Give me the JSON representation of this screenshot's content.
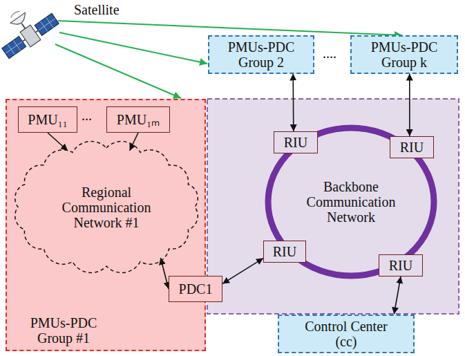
{
  "diagram": {
    "nodes": [
      {
        "text": [
          "PMUs-PDC Group 2"
        ]
      },
      {
        "text": [
          "PMUs-PDC Group k"
        ]
      },
      {
        "text": [
          "PMUs-PDC Group #1"
        ]
      },
      {
        "text": [
          "PMU₁₁"
        ],
        "in": 2
      },
      {
        "text": [
          "PMU₁ₘ"
        ],
        "in": 2
      },
      {
        "text": [
          "Regional Communication Network #1"
        ],
        "in": 2
      },
      {
        "text": [
          "PDC1"
        ],
        "in": 2
      },
      {
        "text": [
          "Backbone Communication Network"
        ]
      },
      {
        "text": [
          "RIU"
        ]
      },
      {
        "text": [
          "RIU"
        ]
      },
      {
        "text": [
          "RIU"
        ]
      },
      {
        "text": [
          "RIU"
        ]
      },
      {
        "text": [
          "Control Center (cc)"
        ]
      }
    ],
    "edges": [
      {
        "from": 0,
        "to": 8,
        "arrow": "both"
      },
      {
        "from": 1,
        "to": 9,
        "arrow": "both"
      },
      {
        "from": 3,
        "to": 5,
        "arrow": "to"
      },
      {
        "from": 4,
        "to": 5,
        "arrow": "to"
      },
      {
        "from": 5,
        "to": 6,
        "arrow": "both"
      },
      {
        "from": 6,
        "to": 10,
        "arrow": "both"
      },
      {
        "from": 11,
        "to": 12,
        "arrow": "both"
      }
    ],
    "labels": [
      "Satellite",
      "...",
      "...."
    ]
  }
}
